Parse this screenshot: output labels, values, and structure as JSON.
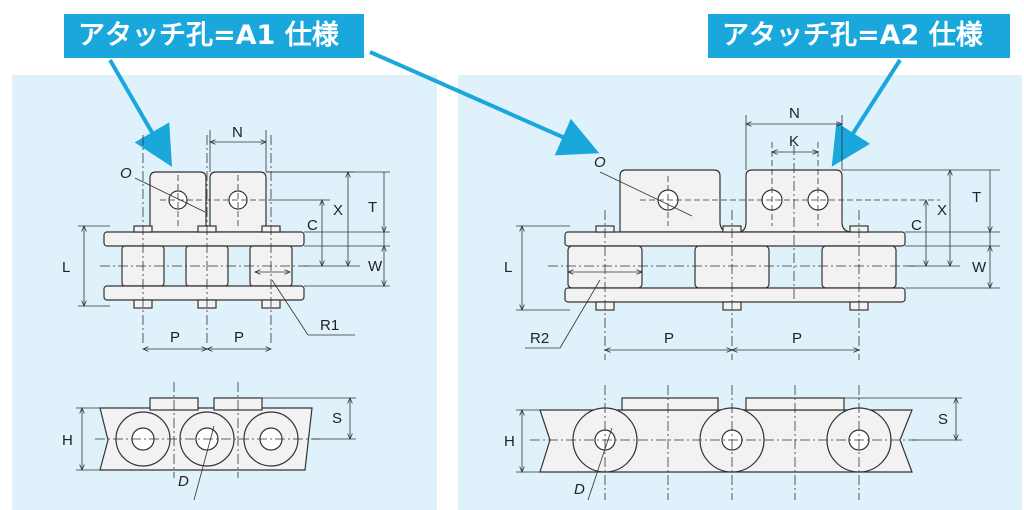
{
  "titles": {
    "a1": "アタッチ孔=A1 仕様",
    "a2": "アタッチ孔=A2 仕様"
  },
  "colors": {
    "accent": "#1aa7dc",
    "panel_bg": "#dff1fa",
    "part_fill": "#f2f2f2",
    "line": "#333333"
  },
  "labels_a1": {
    "N": "N",
    "O": "O",
    "X": "X",
    "T": "T",
    "C": "C",
    "W": "W",
    "L": "L",
    "P1": "P",
    "P2": "P",
    "R1": "R1",
    "S": "S",
    "H": "H",
    "D": "D"
  },
  "labels_a2": {
    "N": "N",
    "K": "K",
    "O": "O",
    "X": "X",
    "T": "T",
    "C": "C",
    "W": "W",
    "L": "L",
    "P1": "P",
    "P2": "P",
    "R2": "R2",
    "S": "S",
    "H": "H",
    "D": "D"
  }
}
